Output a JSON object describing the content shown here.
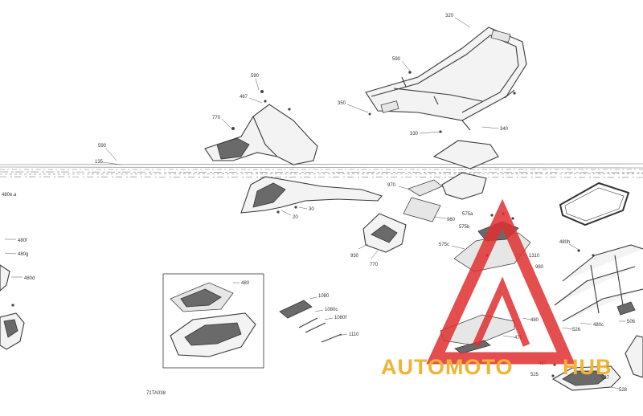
{
  "diagram": {
    "code": "71TA038",
    "labels": {
      "l320": "320",
      "l590a": "590",
      "l590b": "590",
      "l590c": "590",
      "l487a": "487",
      "l487b": "487",
      "l770a": "770",
      "l770b": "770",
      "l350": "350",
      "l330": "330",
      "l340": "340",
      "l135": "135",
      "l30": "30",
      "l20": "20",
      "l970": "970",
      "l960": "960",
      "l930": "930",
      "l980": "980",
      "l480ea": "480e.a",
      "l480f": "480f",
      "l480g": "480g",
      "l480d": "480d",
      "l575a": "575a",
      "l575b": "575b",
      "l575c": "575c",
      "l1310": "1310",
      "l480h": "480h",
      "l480c": "480c",
      "l480a": "480",
      "l480b": "480",
      "l1080": "1080",
      "l1080c": "1080c",
      "l1080f": "1080f",
      "l1110": "1110",
      "l475": "475",
      "l526": "526",
      "l506": "506",
      "l525": "525",
      "l527": "527",
      "l528": "528"
    }
  },
  "watermark": {
    "brand_left": "AUTOMOTO",
    "brand_right": "HUB",
    "brand_color": "#f2b233",
    "triangle_color": "#e03030"
  }
}
